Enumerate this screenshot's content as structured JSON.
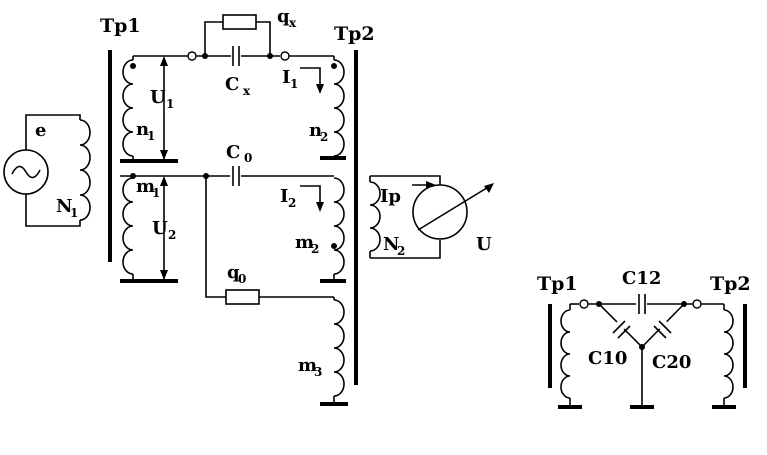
{
  "left_circuit": {
    "tp1": "Tp1",
    "tp2": "Tp2",
    "qx": "q",
    "qx_sub": "x",
    "cx": "C",
    "cx_sub": "x",
    "u1": "U",
    "u1_sub": "1",
    "i1": "I",
    "i1_sub": "1",
    "n1": "n",
    "n1_sub": "1",
    "n2": "n",
    "n2_sub": "2",
    "e": "e",
    "N1": "N",
    "N1_sub": "1",
    "c0": "C",
    "c0_sub": "0",
    "m1": "m",
    "m1_sub": "1",
    "u2": "U",
    "u2_sub": "2",
    "i2": "I",
    "i2_sub": "2",
    "m2": "m",
    "m2_sub": "2",
    "ip": "Ip",
    "N2": "N",
    "N2_sub": "2",
    "U": "U",
    "q0": "q",
    "q0_sub": "0",
    "m3": "m",
    "m3_sub": "3"
  },
  "right_circuit": {
    "tp1": "Tp1",
    "tp2": "Tp2",
    "c12": "C12",
    "c10": "C10",
    "c20": "C20"
  }
}
